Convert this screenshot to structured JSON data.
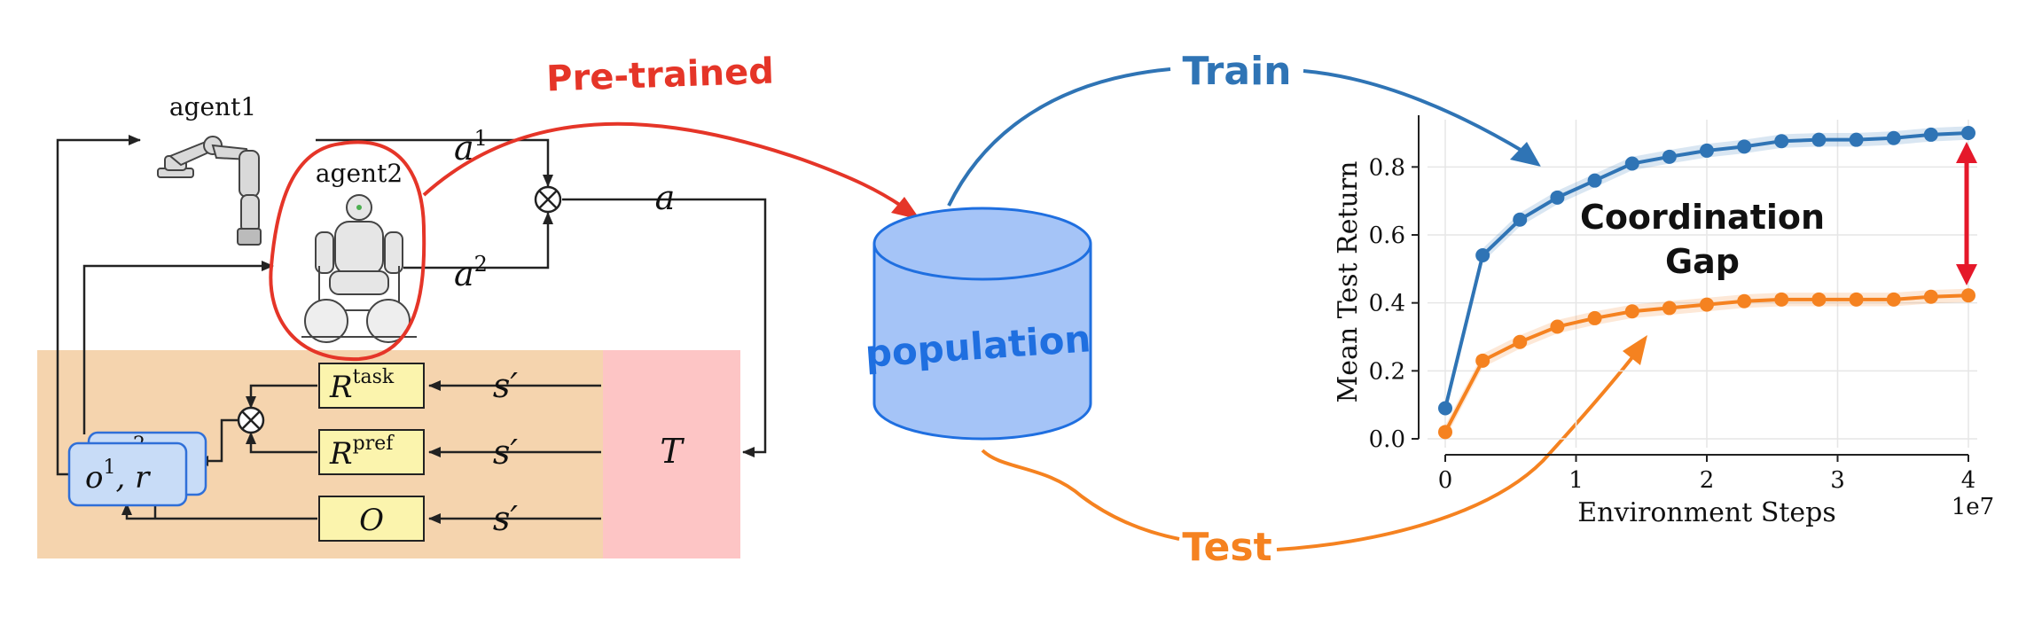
{
  "colors": {
    "blue": "#2f74b5",
    "orange": "#f58220",
    "red": "#e53528",
    "env_bg": "#f5d4ae",
    "transition_bg": "#fdc5c5",
    "obs_box": "#c8dcf7",
    "reward_box": "#fbf4ad",
    "cylinder_fill": "#a5c4f7",
    "cylinder_stroke": "#1f6fe0"
  },
  "diagram": {
    "agent1_label": "agent1",
    "agent2_label": "agent2",
    "a1_base": "a",
    "a1_sup": "1",
    "a2_base": "a",
    "a2_sup": "2",
    "a_joint": "a",
    "combine_symbol": "⊗",
    "r_task_base": "R",
    "r_task_sup": "task",
    "r_pref_base": "R",
    "r_pref_sup": "pref",
    "obs_fn": "O",
    "s_prime": "s′",
    "transition": "T",
    "obs_front_base": "o",
    "obs_front_sup": "1",
    "obs_front_tail": ", r",
    "obs_back_sup": "2",
    "robot_icons": [
      "robot-arm-icon",
      "humanoid-robot-icon",
      "wheelchair-icon"
    ]
  },
  "annotations": {
    "pretrained": "Pre-trained",
    "population": "population",
    "train": "Train",
    "test": "Test",
    "gap_line1": "Coordination",
    "gap_line2": "Gap"
  },
  "chart_data": {
    "type": "line",
    "xlabel": "Environment Steps",
    "ylabel": "Mean Test Return",
    "x_scale_label": "1e7",
    "xlim": [
      0,
      4
    ],
    "ylim": [
      0,
      0.9
    ],
    "x_ticks": [
      "0",
      "1",
      "2",
      "3",
      "4"
    ],
    "y_ticks": [
      "0.0",
      "0.2",
      "0.4",
      "0.6",
      "0.8"
    ],
    "grid": true,
    "series": [
      {
        "color": "#2f74b5",
        "x": [
          0,
          0.286,
          0.571,
          0.857,
          1.143,
          1.429,
          1.714,
          2.0,
          2.286,
          2.571,
          2.857,
          3.143,
          3.429,
          3.714,
          4.0
        ],
        "y": [
          0.09,
          0.54,
          0.645,
          0.71,
          0.76,
          0.81,
          0.83,
          0.848,
          0.86,
          0.876,
          0.88,
          0.88,
          0.885,
          0.895,
          0.9
        ]
      },
      {
        "color": "#f58220",
        "x": [
          0,
          0.286,
          0.571,
          0.857,
          1.143,
          1.429,
          1.714,
          2.0,
          2.286,
          2.571,
          2.857,
          3.143,
          3.429,
          3.714,
          4.0
        ],
        "y": [
          0.02,
          0.23,
          0.285,
          0.33,
          0.355,
          0.375,
          0.385,
          0.395,
          0.405,
          0.41,
          0.41,
          0.41,
          0.41,
          0.418,
          0.422
        ]
      }
    ]
  }
}
